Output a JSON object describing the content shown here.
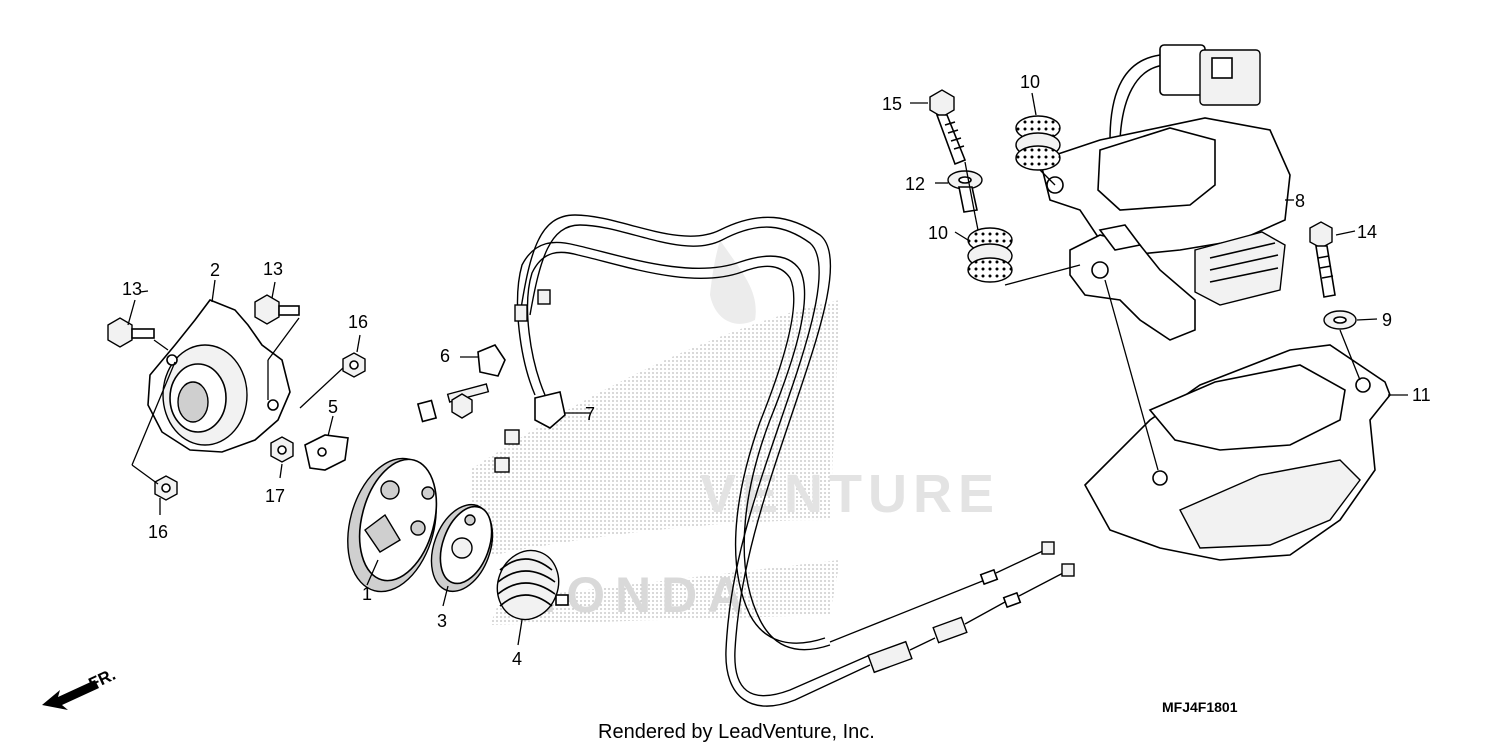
{
  "diagram": {
    "callouts": [
      {
        "id": "c1",
        "text": "1"
      },
      {
        "id": "c2",
        "text": "2"
      },
      {
        "id": "c3",
        "text": "3"
      },
      {
        "id": "c4",
        "text": "4"
      },
      {
        "id": "c5",
        "text": "5"
      },
      {
        "id": "c6",
        "text": "6"
      },
      {
        "id": "c7",
        "text": "7"
      },
      {
        "id": "c8",
        "text": "8"
      },
      {
        "id": "c9",
        "text": "9"
      },
      {
        "id": "c10a",
        "text": "10"
      },
      {
        "id": "c10b",
        "text": "10"
      },
      {
        "id": "c11",
        "text": "11"
      },
      {
        "id": "c12",
        "text": "12"
      },
      {
        "id": "c13a",
        "text": "13"
      },
      {
        "id": "c13b",
        "text": "13"
      },
      {
        "id": "c14",
        "text": "14"
      },
      {
        "id": "c15",
        "text": "15"
      },
      {
        "id": "c16a",
        "text": "16"
      },
      {
        "id": "c16b",
        "text": "16"
      },
      {
        "id": "c17",
        "text": "17"
      }
    ],
    "diagram_code": "MFJ4F1801",
    "credit": "Rendered by LeadVenture, Inc.",
    "front_indicator": "FR.",
    "watermark_text": "VENTURE",
    "watermark_logo": "HONDA",
    "colors": {
      "line": "#000000",
      "watermark": "#e3e3e3",
      "background": "#ffffff"
    }
  }
}
